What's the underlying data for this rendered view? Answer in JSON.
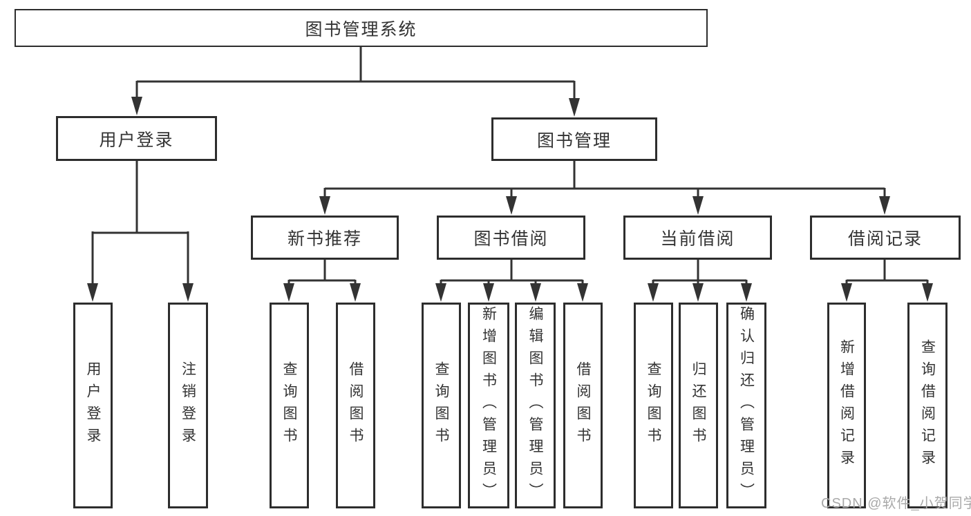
{
  "tree": {
    "root": "图书管理系统",
    "branches": [
      {
        "label": "用户登录",
        "leaves": [
          "用户登录",
          "注销登录"
        ]
      },
      {
        "label": "图书管理",
        "groups": [
          {
            "label": "新书推荐",
            "leaves": [
              "查询图书",
              "借阅图书"
            ]
          },
          {
            "label": "图书借阅",
            "leaves": [
              "查询图书",
              "新增图书（管理员）",
              "编辑图书（管理员）",
              "借阅图书"
            ]
          },
          {
            "label": "当前借阅",
            "leaves": [
              "查询图书",
              "归还图书",
              "确认归还（管理员）"
            ]
          },
          {
            "label": "借阅记录",
            "leaves": [
              "新增借阅记录",
              "查询借阅记录"
            ]
          }
        ]
      }
    ]
  },
  "watermark": {
    "text": "CSDN @软件_小贺同学"
  },
  "colors": {
    "line": "#333333",
    "box_border": "#2d2d2d",
    "text": "#333333",
    "background": "#ffffff",
    "watermark": "#a9a9a9"
  }
}
